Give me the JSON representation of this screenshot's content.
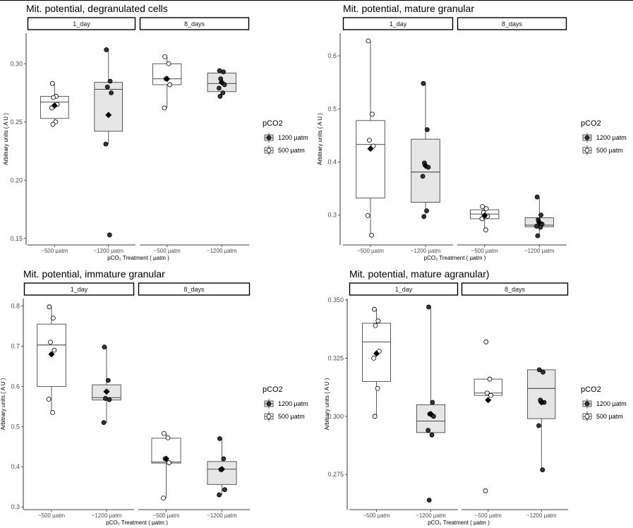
{
  "legend": {
    "title": "pCO2",
    "items": [
      {
        "label": "1200 µatm",
        "fill": "#e6e6e6",
        "point": "#333333"
      },
      {
        "label": "500 µatm",
        "fill": "#ffffff",
        "point": "#ffffff"
      }
    ]
  },
  "colors": {
    "box_1200": "#e6e6e6",
    "box_500": "#ffffff",
    "pt_1200": "#333333",
    "pt_500": "#ffffff",
    "mean": "#000000"
  },
  "chart_data": [
    {
      "type": "boxplot",
      "title": "Mit. potential, degranulated cells",
      "ylabel": "Arbitrary units ( A U )",
      "xlabel": "pCO₂ Treatment ( µatm )",
      "ylim": [
        0.145,
        0.325
      ],
      "yticks": [
        0.15,
        0.2,
        0.25,
        0.3
      ],
      "facets": [
        {
          "label": "1_day",
          "groups": [
            {
              "category": "~500 µatm",
              "treatment": "500",
              "q1": 0.253,
              "median": 0.267,
              "q3": 0.272,
              "whisker_low": 0.248,
              "whisker_high": 0.283,
              "mean": 0.264,
              "points": [
                0.283,
                0.272,
                0.271,
                0.265,
                0.262,
                0.25,
                0.248
              ]
            },
            {
              "category": "~1200 µatm",
              "treatment": "1200",
              "q1": 0.242,
              "median": 0.278,
              "q3": 0.284,
              "whisker_low": 0.231,
              "whisker_high": 0.312,
              "mean": 0.256,
              "points": [
                0.312,
                0.285,
                0.28,
                0.275,
                0.231,
                0.153
              ]
            }
          ]
        },
        {
          "label": "8_days",
          "groups": [
            {
              "category": "~500 µatm",
              "treatment": "500",
              "q1": 0.282,
              "median": 0.287,
              "q3": 0.3,
              "whisker_low": 0.262,
              "whisker_high": 0.306,
              "mean": 0.287,
              "points": [
                0.306,
                0.3,
                0.287,
                0.282,
                0.262
              ]
            },
            {
              "category": "~1200 µatm",
              "treatment": "1200",
              "q1": 0.276,
              "median": 0.283,
              "q3": 0.292,
              "whisker_low": 0.271,
              "whisker_high": 0.294,
              "mean": 0.284,
              "points": [
                0.294,
                0.293,
                0.287,
                0.282,
                0.279,
                0.275,
                0.272
              ]
            }
          ]
        }
      ]
    },
    {
      "type": "boxplot",
      "title": "Mit. potential, mature granular",
      "ylabel": "Arbitrary units ( A U )",
      "xlabel": "pCO₂ Treatment ( µatm )",
      "ylim": [
        0.245,
        0.64
      ],
      "yticks": [
        0.3,
        0.4,
        0.5,
        0.6
      ],
      "facets": [
        {
          "label": "1_day",
          "groups": [
            {
              "category": "~500 µatm",
              "treatment": "500",
              "q1": 0.332,
              "median": 0.433,
              "q3": 0.478,
              "whisker_low": 0.262,
              "whisker_high": 0.628,
              "mean": 0.425,
              "points": [
                0.628,
                0.49,
                0.441,
                0.43,
                0.299,
                0.262
              ]
            },
            {
              "category": "~1200 µatm",
              "treatment": "1200",
              "q1": 0.324,
              "median": 0.381,
              "q3": 0.443,
              "whisker_low": 0.297,
              "whisker_high": 0.548,
              "mean": 0.393,
              "points": [
                0.548,
                0.461,
                0.398,
                0.39,
                0.373,
                0.308,
                0.297
              ]
            }
          ]
        },
        {
          "label": "8_days",
          "groups": [
            {
              "category": "~500 µatm",
              "treatment": "500",
              "q1": 0.293,
              "median": 0.302,
              "q3": 0.31,
              "whisker_low": 0.272,
              "whisker_high": 0.316,
              "mean": 0.299,
              "points": [
                0.316,
                0.312,
                0.305,
                0.298,
                0.293,
                0.272
              ]
            },
            {
              "category": "~1200 µatm",
              "treatment": "1200",
              "q1": 0.278,
              "median": 0.281,
              "q3": 0.295,
              "whisker_low": 0.261,
              "whisker_high": 0.334,
              "mean": 0.286,
              "points": [
                0.334,
                0.3,
                0.291,
                0.283,
                0.279,
                0.277,
                0.261
              ]
            }
          ]
        }
      ]
    },
    {
      "type": "boxplot",
      "title": "Mit. potential, immature granular",
      "ylabel": "Arbitrary units ( A U )",
      "xlabel": "pCO₂ Treatment ( µatm )",
      "ylim": [
        0.295,
        0.815
      ],
      "yticks": [
        0.3,
        0.4,
        0.5,
        0.6,
        0.7,
        0.8
      ],
      "facets": [
        {
          "label": "1_day",
          "groups": [
            {
              "category": "~500 µatm",
              "treatment": "500",
              "q1": 0.6,
              "median": 0.703,
              "q3": 0.755,
              "whisker_low": 0.535,
              "whisker_high": 0.798,
              "mean": 0.68,
              "points": [
                0.798,
                0.77,
                0.71,
                0.69,
                0.568,
                0.535
              ]
            },
            {
              "category": "~1200 µatm",
              "treatment": "1200",
              "q1": 0.566,
              "median": 0.572,
              "q3": 0.604,
              "whisker_low": 0.51,
              "whisker_high": 0.698,
              "mean": 0.587,
              "points": [
                0.698,
                0.615,
                0.57,
                0.567,
                0.51
              ]
            }
          ]
        },
        {
          "label": "8_days",
          "groups": [
            {
              "category": "~500 µatm",
              "treatment": "500",
              "q1": 0.409,
              "median": 0.412,
              "q3": 0.471,
              "whisker_low": 0.322,
              "whisker_high": 0.483,
              "mean": 0.42,
              "points": [
                0.483,
                0.472,
                0.42,
                0.41,
                0.322
              ]
            },
            {
              "category": "~1200 µatm",
              "treatment": "1200",
              "q1": 0.356,
              "median": 0.394,
              "q3": 0.413,
              "whisker_low": 0.33,
              "whisker_high": 0.47,
              "mean": 0.394,
              "points": [
                0.47,
                0.42,
                0.393,
                0.343,
                0.33
              ]
            }
          ]
        }
      ]
    },
    {
      "type": "boxplot",
      "title": "Mit. potential, mature agranular)",
      "ylabel": "Arbitrary units ( A U )",
      "xlabel": "pCO₂ Treatment ( µatm )",
      "ylim": [
        0.2602,
        0.35
      ],
      "yticks": [
        0.275,
        0.3,
        0.325,
        0.35
      ],
      "facets": [
        {
          "label": "1_day",
          "groups": [
            {
              "category": "~500 µatm",
              "treatment": "500",
              "q1": 0.315,
              "median": 0.332,
              "q3": 0.34,
              "whisker_low": 0.3,
              "whisker_high": 0.346,
              "mean": 0.327,
              "points": [
                0.346,
                0.341,
                0.339,
                0.328,
                0.325,
                0.312,
                0.3
              ]
            },
            {
              "category": "~1200 µatm",
              "treatment": "1200",
              "q1": 0.293,
              "median": 0.298,
              "q3": 0.305,
              "whisker_low": 0.292,
              "whisker_high": 0.347,
              "mean": 0.301,
              "points": [
                0.347,
                0.306,
                0.301,
                0.3,
                0.294,
                0.292,
                0.264
              ]
            }
          ]
        },
        {
          "label": "8_days",
          "groups": [
            {
              "category": "~500 µatm",
              "treatment": "500",
              "q1": 0.309,
              "median": 0.31,
              "q3": 0.316,
              "whisker_low": 0.309,
              "whisker_high": 0.316,
              "mean": 0.307,
              "points": [
                0.332,
                0.316,
                0.31,
                0.309,
                0.268
              ]
            },
            {
              "category": "~1200 µatm",
              "treatment": "1200",
              "q1": 0.299,
              "median": 0.312,
              "q3": 0.32,
              "whisker_low": 0.277,
              "whisker_high": 0.32,
              "mean": 0.306,
              "points": [
                0.32,
                0.319,
                0.307,
                0.306,
                0.296,
                0.277
              ]
            }
          ]
        }
      ]
    }
  ]
}
